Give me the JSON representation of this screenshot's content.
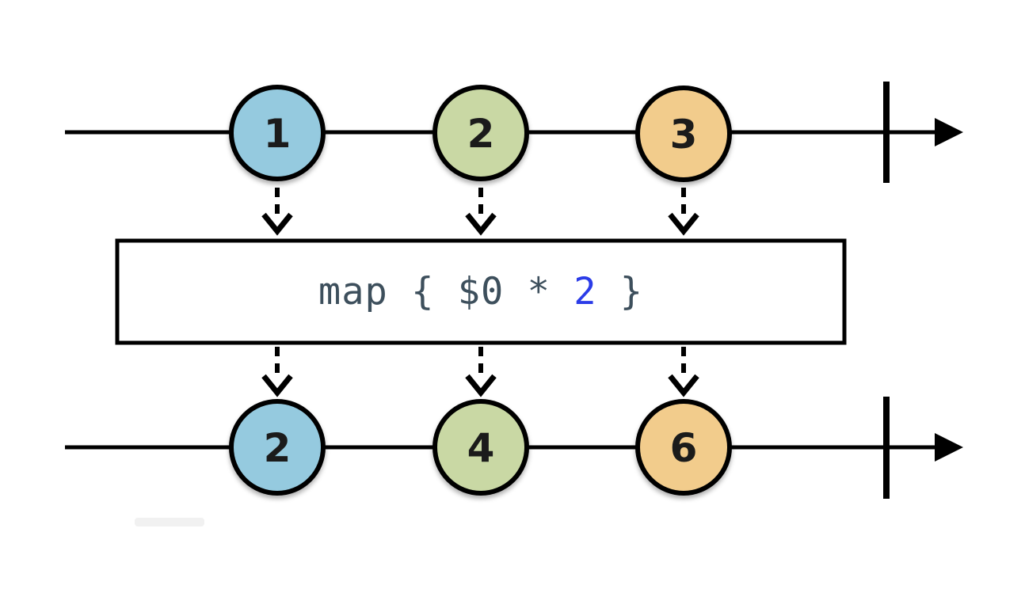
{
  "operator": {
    "prefix": "map { $0 * ",
    "arg": "2",
    "suffix": " }"
  },
  "input_stream": {
    "marbles": [
      {
        "value": "1",
        "color": "blue"
      },
      {
        "value": "2",
        "color": "green"
      },
      {
        "value": "3",
        "color": "orange"
      }
    ]
  },
  "output_stream": {
    "marbles": [
      {
        "value": "2",
        "color": "blue"
      },
      {
        "value": "4",
        "color": "green"
      },
      {
        "value": "6",
        "color": "orange"
      }
    ]
  },
  "colors": {
    "marble_blue": "#95cadf",
    "marble_green": "#c9d8a4",
    "marble_orange": "#f2cc8c",
    "stroke_black": "#000000",
    "digit": "#1b1b1b",
    "operator_text": "#3d4f5c",
    "operator_arg": "#2b3ce8"
  }
}
